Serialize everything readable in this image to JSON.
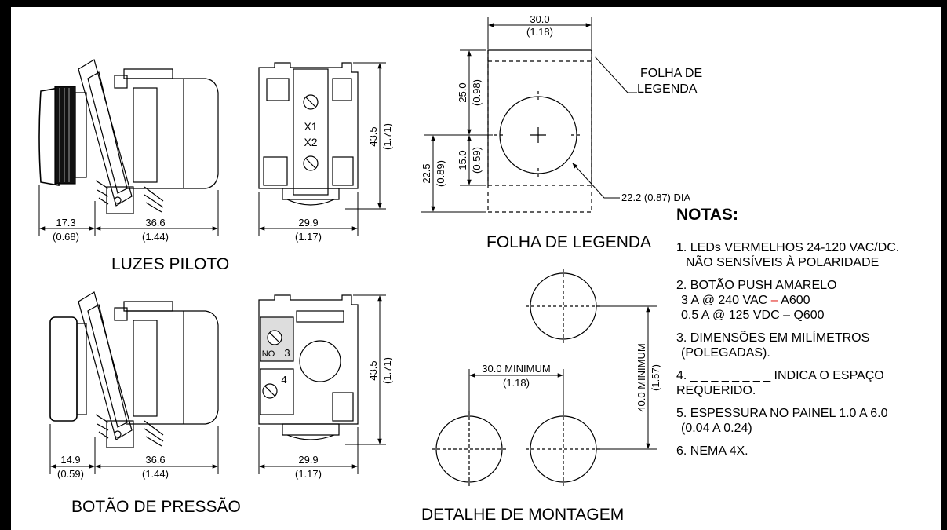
{
  "colors": {
    "line": "#000000",
    "border": "#000000",
    "accent_red": "#e0201b",
    "background": "#ffffff"
  },
  "views": {
    "pilot_lights": {
      "title": "LUZES PILOTO",
      "dim_left": "17.3",
      "dim_left_in": "(0.68)",
      "dim_body": "36.6",
      "dim_body_in": "(1.44)"
    },
    "pilot_back": {
      "label_x1": "X1",
      "label_x2": "X2",
      "dim_width": "29.9",
      "dim_width_in": "(1.17)",
      "dim_height": "43.5",
      "dim_height_in": "(1.71)"
    },
    "push_button": {
      "title": "BOTÃO DE  PRESSÃO",
      "dim_left": "14.9",
      "dim_left_in": "(0.59)",
      "dim_body": "36.6",
      "dim_body_in": "(1.44)"
    },
    "push_back": {
      "label_no": "NO",
      "label_3": "3",
      "label_4": "4",
      "dim_width": "29.9",
      "dim_width_in": "(1.17)",
      "dim_height": "43.5",
      "dim_height_in": "(1.71)"
    },
    "legend_sheet": {
      "title": "FOLHA DE LEGENDA",
      "callout": "FOLHA DE\nLEGENDA",
      "callout_line1": "FOLHA DE",
      "callout_line2": "LEGENDA",
      "dim_width": "30.0",
      "dim_width_in": "(1.18)",
      "dim_upper": "25.0",
      "dim_upper_in": "(0.98)",
      "dim_center": "15.0",
      "dim_center_in": "(0.59)",
      "dim_lower": "22.5",
      "dim_lower_in": "(0.89)",
      "dia_label": "22.2 (0.87) DIA"
    },
    "mounting": {
      "title": "DETALHE DE MONTAGEM",
      "dim_h": "30.0 MINIMUM",
      "dim_h_in": "(1.18)",
      "dim_v": "40.0 MINIMUM",
      "dim_v_in": "(1.57)"
    }
  },
  "notes": {
    "heading": "NOTAS:",
    "n1_a": "1. LEDs VERMELHOS 24-120 VAC/DC.",
    "n1_b": "NÃO SENSÍVEIS À POLARIDADE",
    "n2_a": "2. BOTÃO PUSH AMARELO",
    "n2_b_pre": "3 A @ 240 VAC ",
    "n2_b_dash": "–",
    "n2_b_post": " A600",
    "n2_c": "0.5 A @ 125 VDC – Q600",
    "n3_a": "3. DIMENSÕES EM MILÍMETROS",
    "n3_b": "(POLEGADAS).",
    "n4_a": "4. _ _ _ _ _ _ _ _ INDICA O ESPAÇO",
    "n4_b": "REQUERIDO.",
    "n5_a": "5. ESPESSURA NO PAINEL 1.0 A 6.0",
    "n5_b": "(0.04 A 0.24)",
    "n6": "6. NEMA 4X."
  }
}
